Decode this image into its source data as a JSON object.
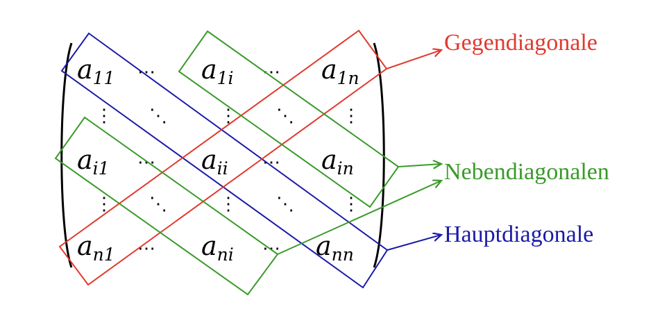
{
  "matrix": {
    "rows": [
      [
        {
          "base": "a",
          "sub": "11"
        },
        {
          "base": "a",
          "sub": "1i"
        },
        {
          "base": "a",
          "sub": "1n"
        }
      ],
      [
        {
          "base": "a",
          "sub": "i1"
        },
        {
          "base": "a",
          "sub": "ii"
        },
        {
          "base": "a",
          "sub": "in"
        }
      ],
      [
        {
          "base": "a",
          "sub": "n1"
        },
        {
          "base": "a",
          "sub": "ni"
        },
        {
          "base": "a",
          "sub": "nn"
        }
      ]
    ],
    "dots_h": "⋯",
    "dots_v": "⋮",
    "dots_d": "⋱"
  },
  "labels": {
    "gegen": "Gegendiagonale",
    "neben": "Nebendiagonalen",
    "haupt": "Hauptdiagonale"
  },
  "colors": {
    "gegen": "#e03a2f",
    "neben": "#3a9a2a",
    "haupt": "#1a1aa8",
    "text": "#000000"
  }
}
